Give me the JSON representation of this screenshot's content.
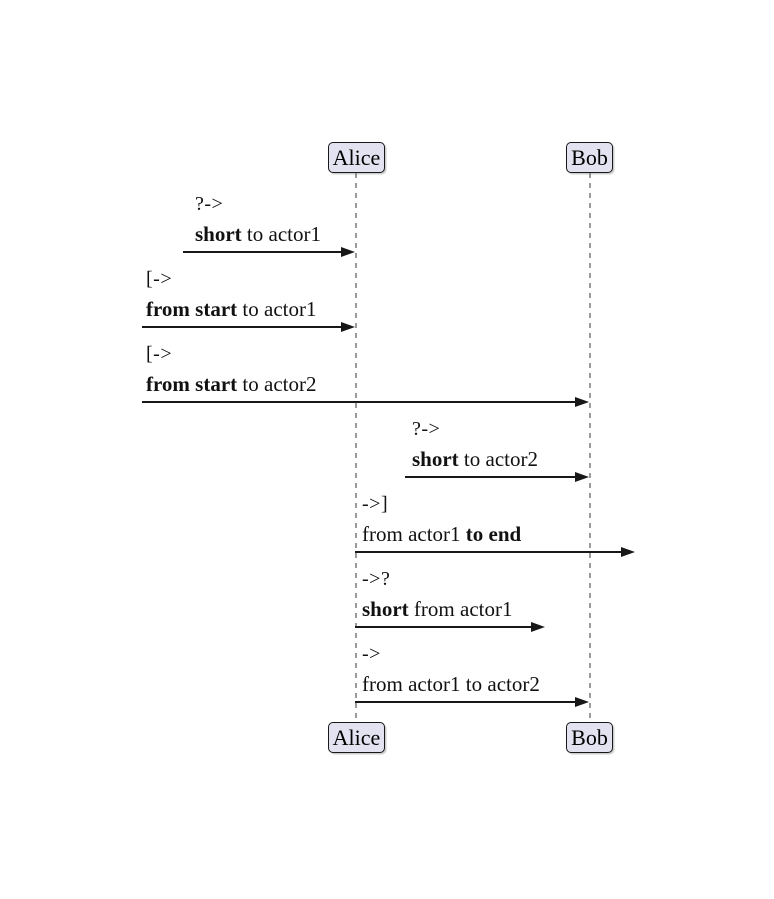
{
  "diagram": {
    "type": "sequence-diagram"
  },
  "actors": [
    {
      "name": "Alice"
    },
    {
      "name": "Bob"
    }
  ],
  "messages": [
    {
      "op": "?->",
      "label_pre": "",
      "label_bold": "short",
      "label_post": " to actor1"
    },
    {
      "op": "[->",
      "label_pre": "",
      "label_bold": "from start",
      "label_post": " to actor1"
    },
    {
      "op": "[->",
      "label_pre": "",
      "label_bold": "from start",
      "label_post": " to actor2"
    },
    {
      "op": "?->",
      "label_pre": "",
      "label_bold": "short",
      "label_post": " to actor2"
    },
    {
      "op": "->]",
      "label_pre": "from actor1 ",
      "label_bold": "to end",
      "label_post": ""
    },
    {
      "op": "->?",
      "label_pre": "",
      "label_bold": "short",
      "label_post": " from actor1"
    },
    {
      "op": "->",
      "label_pre": "from actor1 to actor2",
      "label_bold": "",
      "label_post": ""
    }
  ],
  "colors": {
    "actor_fill": "#E2E2F0",
    "actor_border": "#181818",
    "lifeline": "#9B9B9B",
    "arrow": "#181818",
    "text": "#111111",
    "background": "#FFFFFF"
  }
}
